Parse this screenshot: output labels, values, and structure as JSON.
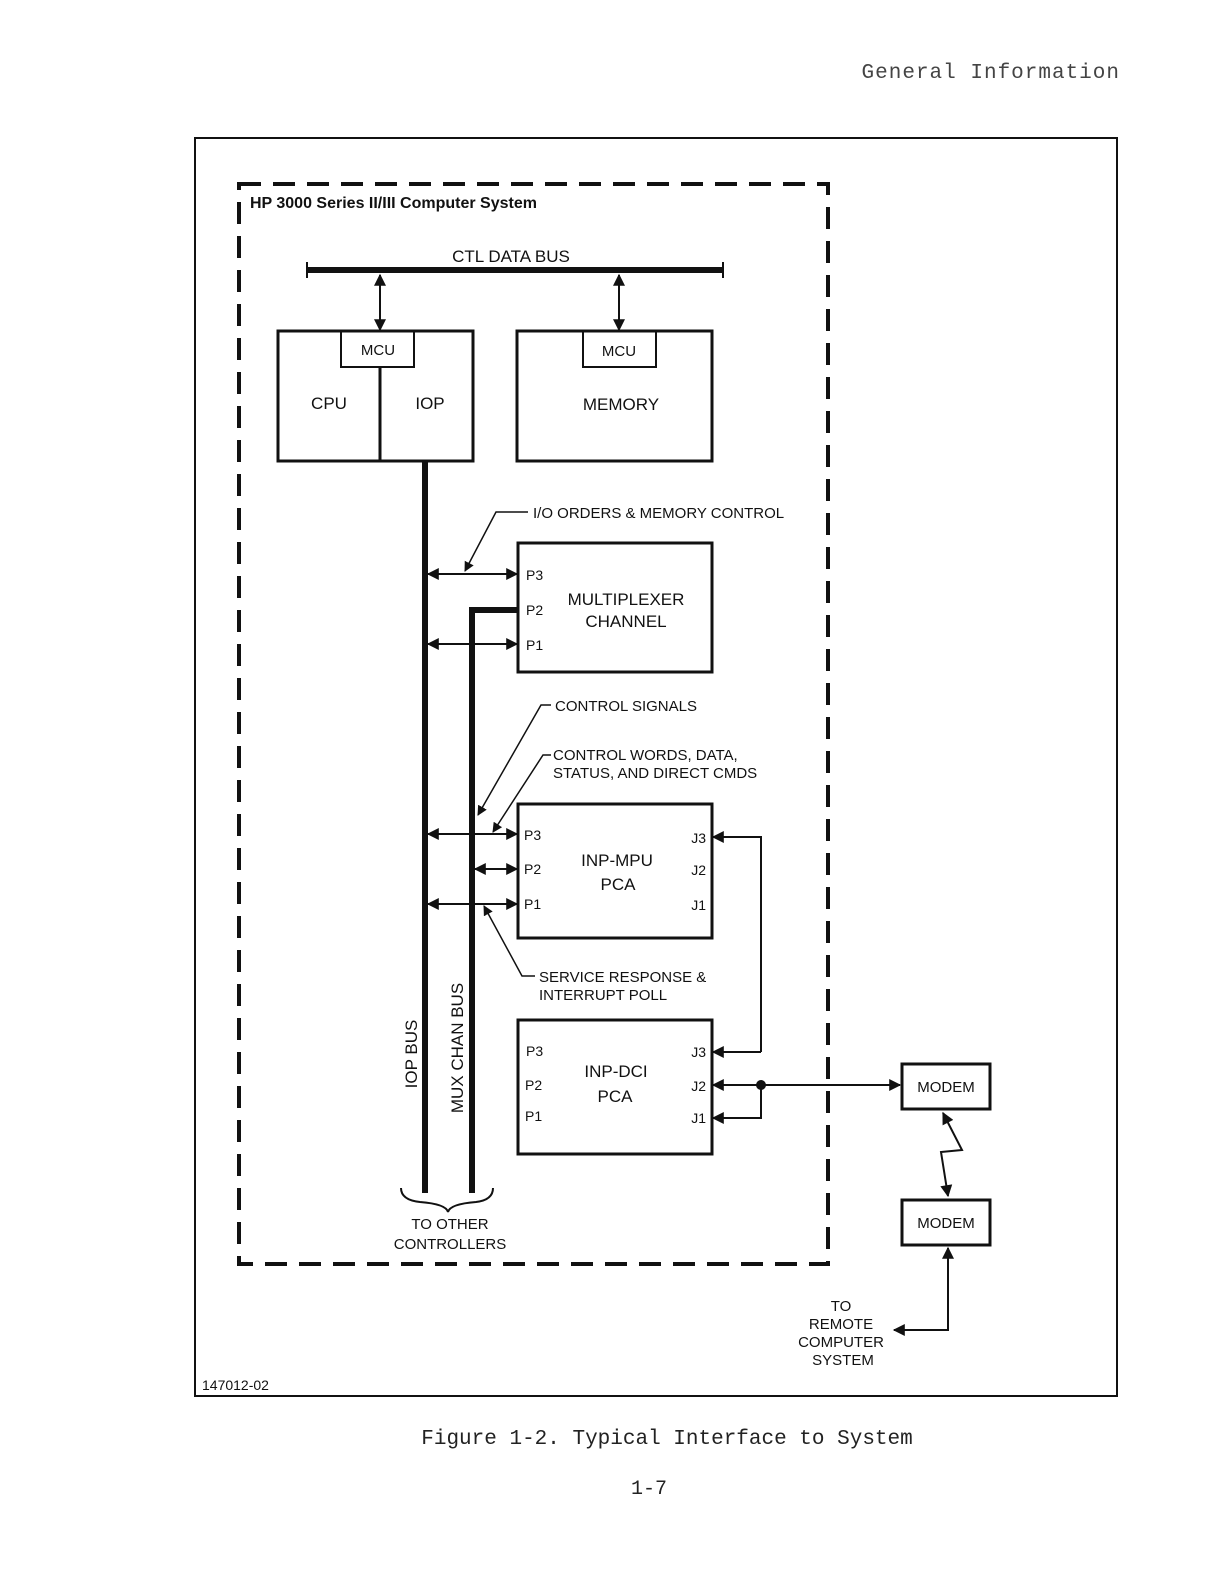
{
  "header": {
    "section": "General Information"
  },
  "diagram": {
    "system_title": "HP 3000 Series II/III Computer System",
    "ctl_data_bus": "CTL DATA BUS",
    "mcu_cpu": "MCU",
    "mcu_memory": "MCU",
    "cpu": "CPU",
    "iop": "IOP",
    "memory": "MEMORY",
    "io_orders": "I/O ORDERS & MEMORY CONTROL",
    "mux_line1": "MULTIPLEXER",
    "mux_line2": "CHANNEL",
    "control_signals": "CONTROL SIGNALS",
    "control_words_line1": "CONTROL  WORDS,  DATA,",
    "control_words_line2": "STATUS, AND DIRECT CMDS",
    "mpu_line1": "INP-MPU",
    "mpu_line2": "PCA",
    "service_line1": "SERVICE RESPONSE &",
    "service_line2": "INTERRUPT POLL",
    "dci_line1": "INP-DCI",
    "dci_line2": "PCA",
    "iop_bus": "IOP BUS",
    "mux_chan_bus": "MUX CHAN BUS",
    "to_other_line1": "TO OTHER",
    "to_other_line2": "CONTROLLERS",
    "modem_top": "MODEM",
    "modem_bottom": "MODEM",
    "remote_line1": "TO",
    "remote_line2": "REMOTE",
    "remote_line3": "COMPUTER",
    "remote_line4": "SYSTEM",
    "figure_number": "147012-02",
    "ports": {
      "mux_p3": "P3",
      "mux_p2": "P2",
      "mux_p1": "P1",
      "mpu_p3": "P3",
      "mpu_p2": "P2",
      "mpu_p1": "P1",
      "mpu_j3": "J3",
      "mpu_j2": "J2",
      "mpu_j1": "J1",
      "dci_p3": "P3",
      "dci_p2": "P2",
      "dci_p1": "P1",
      "dci_j3": "J3",
      "dci_j2": "J2",
      "dci_j1": "J1"
    }
  },
  "caption": "Figure 1-2.   Typical Interface to System",
  "page_number": "1-7"
}
